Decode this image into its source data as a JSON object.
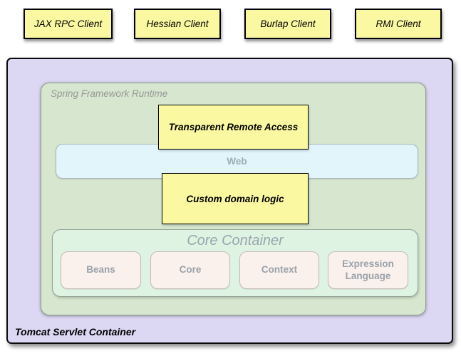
{
  "diagram": {
    "clients": [
      {
        "label": "JAX RPC Client"
      },
      {
        "label": "Hessian Client"
      },
      {
        "label": "Burlap Client"
      },
      {
        "label": "RMI Client"
      }
    ],
    "tomcat": {
      "label": "Tomcat Servlet Container"
    },
    "runtime": {
      "label": "Spring Framework Runtime"
    },
    "remote_access": {
      "label": "Transparent Remote Access"
    },
    "web": {
      "label": "Web"
    },
    "custom_logic": {
      "label": "Custom domain logic"
    },
    "core_container": {
      "label": "Core Container",
      "modules": [
        "Beans",
        "Core",
        "Context",
        "Expression Language"
      ]
    },
    "colors": {
      "client_box_bg": "#FAF9A1",
      "tomcat_bg": "#DCD7F3",
      "runtime_bg": "#D7E7CF",
      "web_bg": "#E2F5FA",
      "core_bg": "#DFF3E3",
      "module_bg": "#FAF0EC",
      "muted_text": "#979797",
      "box_border": "#000000"
    }
  }
}
